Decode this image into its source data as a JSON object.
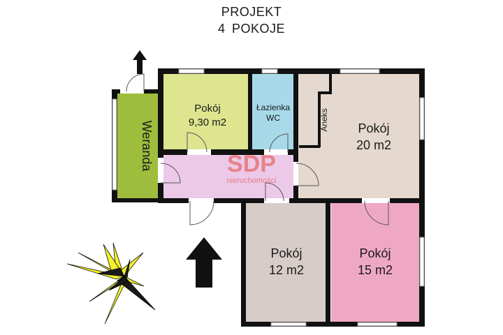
{
  "title": {
    "line1": "PROJEKT",
    "line2": "4  POKOJE"
  },
  "watermark": {
    "brand": "SDP",
    "sub": "nieruchomości",
    "color": "#e3473c"
  },
  "rooms": [
    {
      "id": "pokoj-9",
      "name": "Pokój",
      "area": "9,30 m2",
      "color": "#dde58f"
    },
    {
      "id": "lazienka",
      "name": "Łazienka",
      "area": "WC",
      "color": "#a8d9e8"
    },
    {
      "id": "aneks",
      "name": "Aneks",
      "color": "#e5d9cf"
    },
    {
      "id": "pokoj-20",
      "name": "Pokój",
      "area": "20 m2",
      "color": "#e5d9cf"
    },
    {
      "id": "weranda",
      "name": "Weranda",
      "color": "#9fbd3c"
    },
    {
      "id": "hall",
      "color": "#ecc9e8"
    },
    {
      "id": "pokoj-12",
      "name": "Pokój",
      "area": "12 m2",
      "color": "#d7ccc8"
    },
    {
      "id": "pokoj-15",
      "name": "Pokój",
      "area": "15 m2",
      "color": "#efa8c3"
    }
  ],
  "colors": {
    "wall": "#111111",
    "compass_rays": "#f3f028",
    "compass_star": "#1a1a1a"
  },
  "icons": [
    "entrance-arrow-icon",
    "exit-arrow-icon",
    "compass-icon"
  ]
}
